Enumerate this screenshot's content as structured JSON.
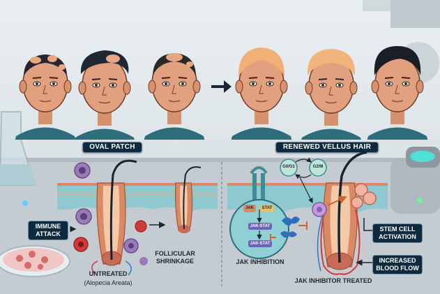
{
  "top": {
    "left_caption": "OVAL PATCH",
    "right_caption": "RENEWED VELLUS HAIR"
  },
  "left_panel": {
    "immune_label": "IMMUNE\nATTACK",
    "shrinkage_label": "FOLLICULAR\nSHRINKAGE",
    "untreated_title": "UNTREATED",
    "untreated_sub": "(Alopecia Areata)"
  },
  "right_panel": {
    "cell_cycle_a": "G0/G1",
    "cell_cycle_b": "G2/M",
    "jak": "JAK",
    "stat": "STAT",
    "jak_stat_1": "JAK-STAT",
    "jak_stat_2": "JAK-STAT",
    "inhibition_label": "JAK INHIBITION",
    "stem_label": "STEM CELL\nACTIVATION",
    "blood_label": "INCREASED\nBLOOD FLOW",
    "treated_title": "JAK INHIBITOR TREATED"
  },
  "colors": {
    "label_bg": "#0d2a3f",
    "skin": "#e2a07e",
    "hair_dark": "#1e2833",
    "hair_light": "#f0b078",
    "shirt": "#2e6e7c",
    "membrane": "#d98963",
    "tissue": "#8fc9cf"
  }
}
